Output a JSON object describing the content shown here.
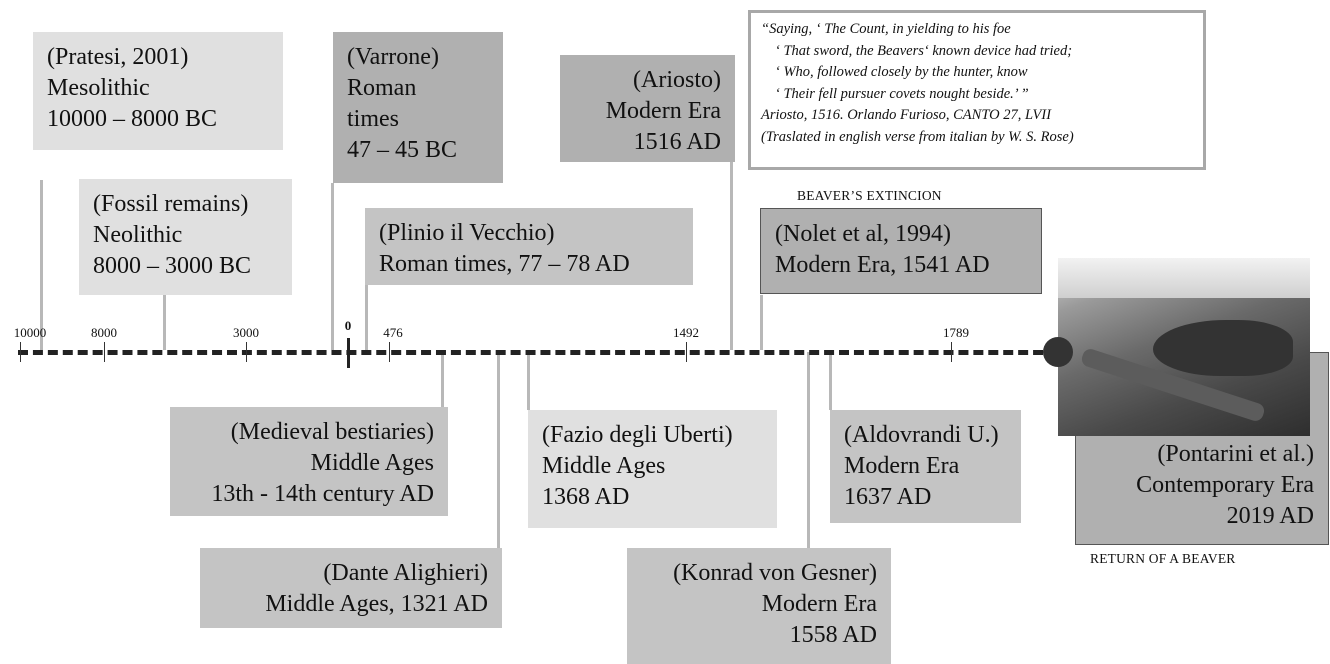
{
  "ticks": [
    {
      "label": "10000",
      "bold": false
    },
    {
      "label": "8000",
      "bold": false
    },
    {
      "label": "3000",
      "bold": false
    },
    {
      "label": "0",
      "bold": true
    },
    {
      "label": "476",
      "bold": false
    },
    {
      "label": "1492",
      "bold": false
    },
    {
      "label": "1789",
      "bold": false
    }
  ],
  "events": {
    "pratesi": {
      "source": "(Pratesi, 2001)",
      "era": "Mesolithic",
      "date": "10000 – 8000 BC"
    },
    "fossil": {
      "source": "(Fossil remains)",
      "era": "Neolithic",
      "date": "8000 – 3000 BC"
    },
    "varrone": {
      "source": "(Varrone)",
      "era_line1": "Roman",
      "era_line2": "times",
      "date": "47 – 45 BC"
    },
    "plinio": {
      "source": "(Plinio il Vecchio)",
      "era_date": "Roman times, 77 – 78 AD"
    },
    "ariosto": {
      "source": "(Ariosto)",
      "era": "Modern Era",
      "date": "1516 AD"
    },
    "nolet": {
      "source": "(Nolet et al, 1994)",
      "era_date": "Modern Era, 1541 AD"
    },
    "medieval": {
      "source": "(Medieval bestiaries)",
      "era": "Middle Ages",
      "date": "13th - 14th century AD"
    },
    "dante": {
      "source": "(Dante Alighieri)",
      "era_date": "Middle Ages, 1321 AD"
    },
    "fazio": {
      "source": "(Fazio degli Uberti)",
      "era": "Middle Ages",
      "date": "1368 AD"
    },
    "gesner": {
      "source": "(Konrad von Gesner)",
      "era": "Modern Era",
      "date": "1558 AD"
    },
    "aldovrandi": {
      "source": "(Aldovrandi U.)",
      "era": "Modern Era",
      "date": "1637 AD"
    },
    "pontarini": {
      "source": "(Pontarini et al.)",
      "era": "Contemporary Era",
      "date": "2019 AD"
    }
  },
  "quote": {
    "lines": [
      "“Saying, ‘ The Count, in yielding to his foe",
      "‘ That sword, the Beavers‘ known device had tried;",
      "‘ Who, followed closely by the hunter, know",
      "‘ Their fell pursuer covets nought beside.’ ”",
      "Ariosto, 1516. Orlando Furioso, CANTO 27, LVII",
      "(Traslated in english verse from italian by W. S. Rose)"
    ]
  },
  "captions": {
    "extinction": "BEAVER’S EXTINCION",
    "return": "RETURN OF A BEAVER"
  },
  "colors": {
    "light_box": "#e0e0e0",
    "mid_box": "#c4c4c4",
    "dark_box": "#b0b0b0",
    "axis": "#222222"
  }
}
